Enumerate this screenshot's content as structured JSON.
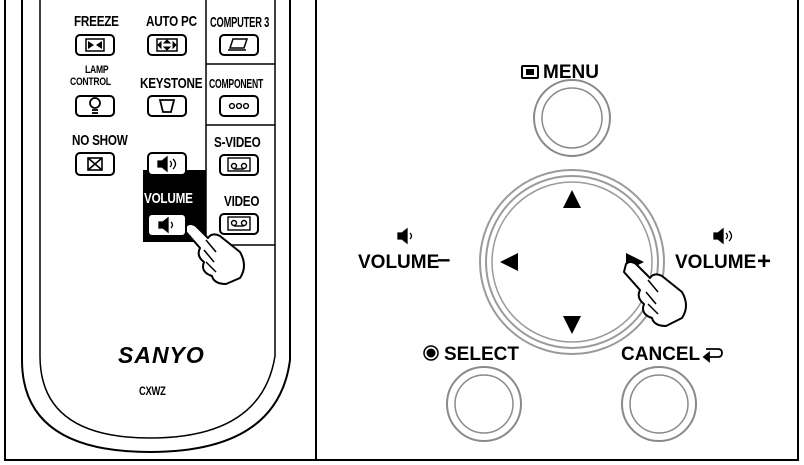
{
  "remote": {
    "row1": {
      "freeze": "FREEZE",
      "auto_pc": "AUTO PC",
      "computer3": "COMPUTER 3"
    },
    "row2": {
      "lamp_control_line1": "LAMP",
      "lamp_control_line2": "CONTROL",
      "keystone": "KEYSTONE",
      "component": "COMPONENT"
    },
    "row3": {
      "no_show": "NO SHOW",
      "s_video": "S-VIDEO"
    },
    "volume": "VOLUME",
    "video": "VIDEO",
    "brand": "SANYO",
    "model": "CXWZ"
  },
  "panel": {
    "menu": "MENU",
    "volume_minus": "VOLUME",
    "volume_plus": "VOLUME",
    "select": "SELECT",
    "cancel": "CANCEL"
  },
  "colors": {
    "ring": "#9a9a9a",
    "button_outline": "#8a8a8a",
    "line": "#000000"
  },
  "icons": [
    "freeze-icon",
    "auto-pc-icon",
    "computer3-icon",
    "lamp-icon",
    "keystone-icon",
    "component-icon",
    "no-show-icon",
    "speaker-up-icon",
    "s-video-icon",
    "speaker-down-icon",
    "video-icon",
    "hand-pointer-icon",
    "menu-icon",
    "arrow-up-icon",
    "arrow-down-icon",
    "arrow-left-icon",
    "arrow-right-icon",
    "select-dot-icon",
    "cancel-return-icon"
  ]
}
